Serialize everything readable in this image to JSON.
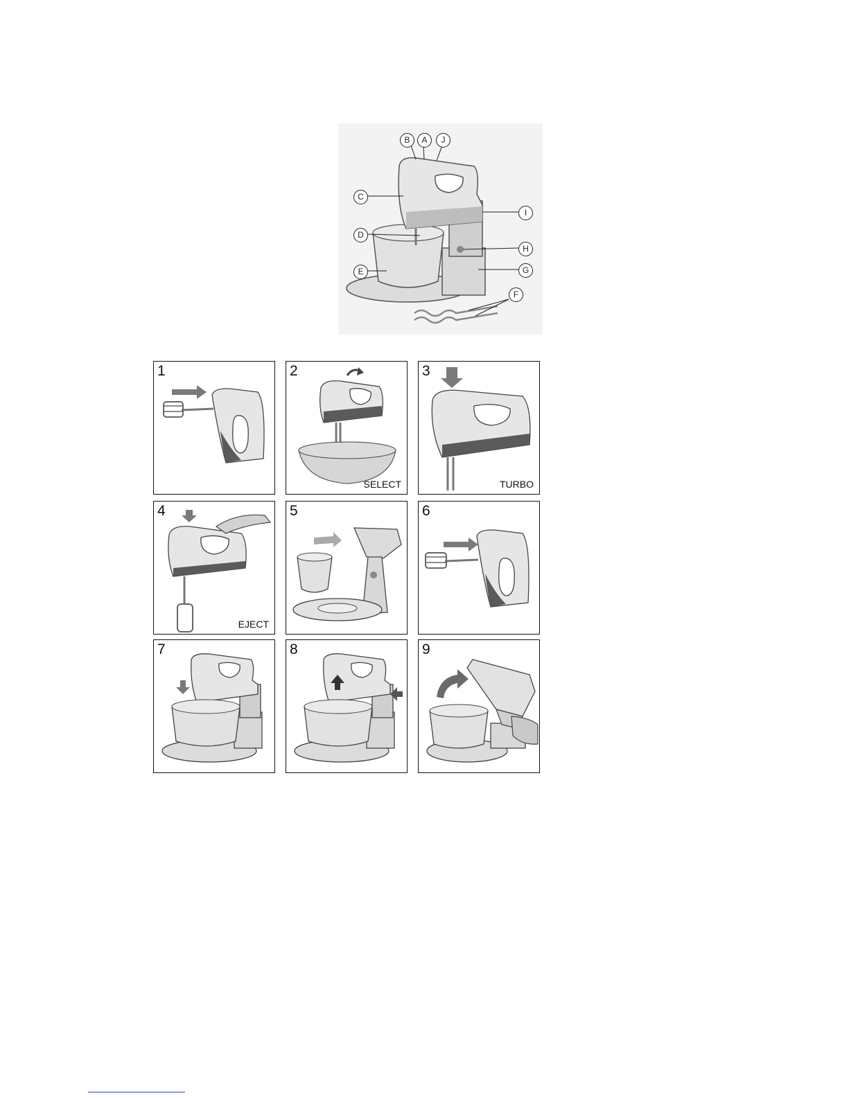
{
  "figure": {
    "callouts": {
      "a": "A",
      "b": "B",
      "c": "C",
      "d": "D",
      "e": "E",
      "f": "F",
      "g": "G",
      "h": "H",
      "i": "I",
      "j": "J"
    }
  },
  "steps": [
    {
      "number": "1",
      "caption": ""
    },
    {
      "number": "2",
      "caption": "SELECT"
    },
    {
      "number": "3",
      "caption": "TURBO"
    },
    {
      "number": "4",
      "caption": "EJECT"
    },
    {
      "number": "5",
      "caption": ""
    },
    {
      "number": "6",
      "caption": ""
    },
    {
      "number": "7",
      "caption": ""
    },
    {
      "number": "8",
      "caption": ""
    },
    {
      "number": "9",
      "caption": ""
    }
  ],
  "colors": {
    "body": "#e4e4e4",
    "accent": "#5a5a5a",
    "arrow": "#7a7a7a",
    "outline": "#444444"
  }
}
